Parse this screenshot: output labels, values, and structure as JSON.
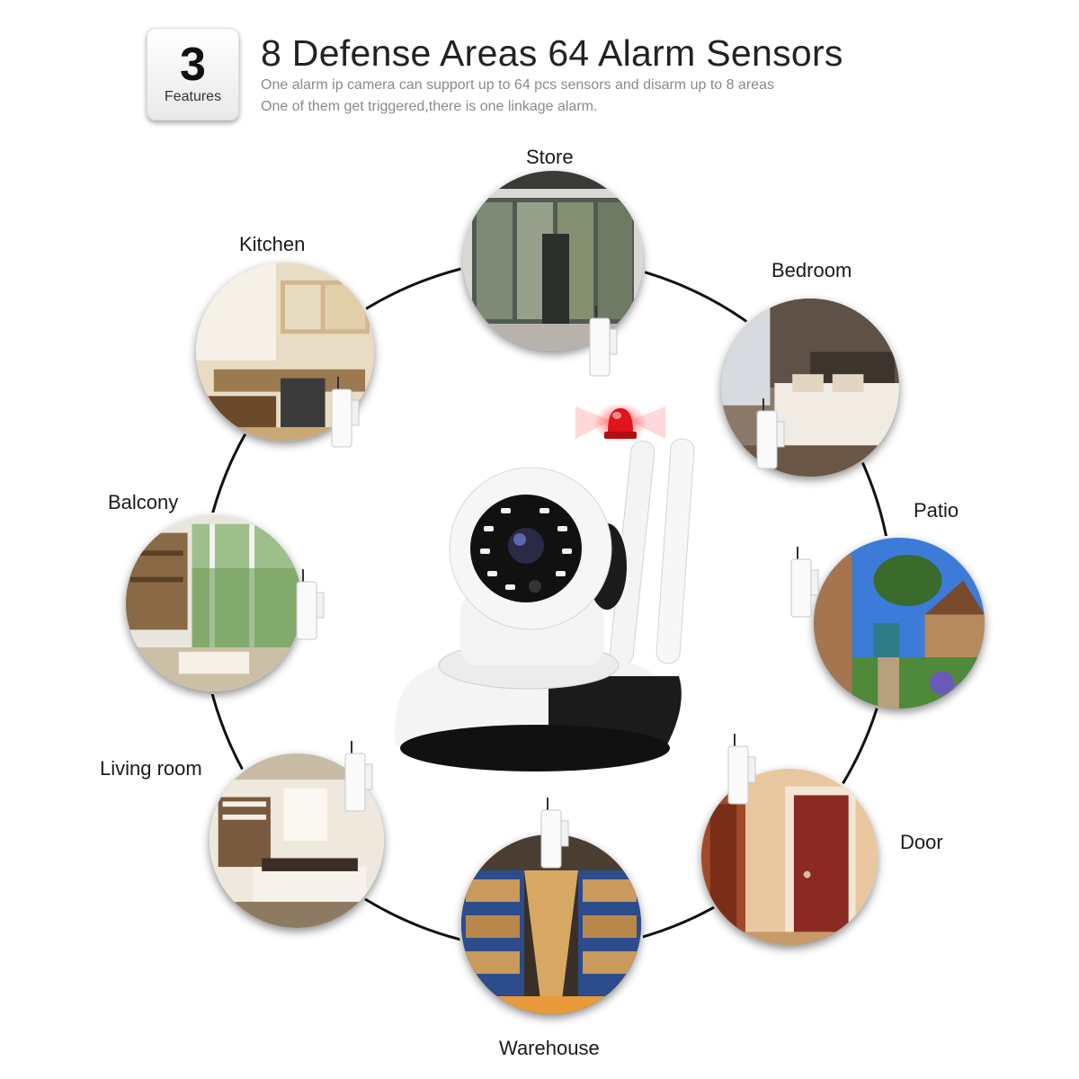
{
  "badge": {
    "number": "3",
    "label": "Features"
  },
  "header": {
    "title": "8 Defense Areas 64 Alarm Sensors",
    "line1": "One alarm ip camera can support up to 64 pcs sensors and disarm up to 8 areas",
    "line2": "One of them get triggered,there is one linkage alarm."
  },
  "areas": {
    "store": "Store",
    "kitchen": "Kitchen",
    "bedroom": "Bedroom",
    "balcony": "Balcony",
    "patio": "Patio",
    "living_room": "Living room",
    "door": "Door",
    "warehouse": "Warehouse"
  },
  "colors": {
    "siren": "#e0141b",
    "ring": "#111111",
    "camera_body": "#f4f4f4",
    "camera_base": "#1b1b1b"
  },
  "icons": [
    "siren-light-icon",
    "ip-camera-icon",
    "door-sensor-icon"
  ]
}
